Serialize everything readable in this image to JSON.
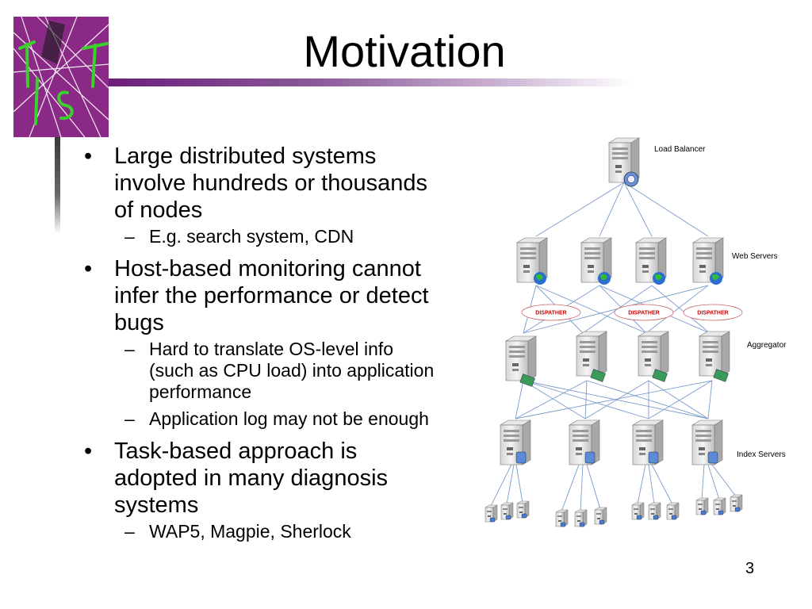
{
  "slide": {
    "title": "Motivation",
    "page_number": "3"
  },
  "bullets": [
    {
      "text_lines": [
        "Large distributed systems",
        "involve hundreds or thousands",
        "of nodes"
      ],
      "sub": [
        [
          "E.g. search system, CDN"
        ]
      ]
    },
    {
      "text_lines": [
        "Host-based monitoring cannot",
        "infer the performance or detect",
        "bugs"
      ],
      "sub": [
        [
          "Hard to translate OS-level info",
          "(such as CPU load) into application",
          "performance"
        ],
        [
          "Application log may not be enough"
        ]
      ]
    },
    {
      "text_lines": [
        "Task-based approach is",
        "adopted in many diagnosis",
        "systems"
      ],
      "sub": [
        [
          "WAP5, Magpie, Sherlock"
        ]
      ]
    }
  ],
  "diagram": {
    "tiers": {
      "load_balancer": "Load Balancer",
      "web_servers": "Web Servers",
      "aggregator": "Aggregator",
      "index_servers": "Index Servers"
    },
    "dispatchers": [
      "DISPATHER",
      "DISPATHER",
      "DISPATHER"
    ]
  },
  "colors": {
    "accent_purple": "#6b1f7a",
    "edge_blue": "#7a9ccc",
    "dispatcher_red": "#cc0000"
  }
}
